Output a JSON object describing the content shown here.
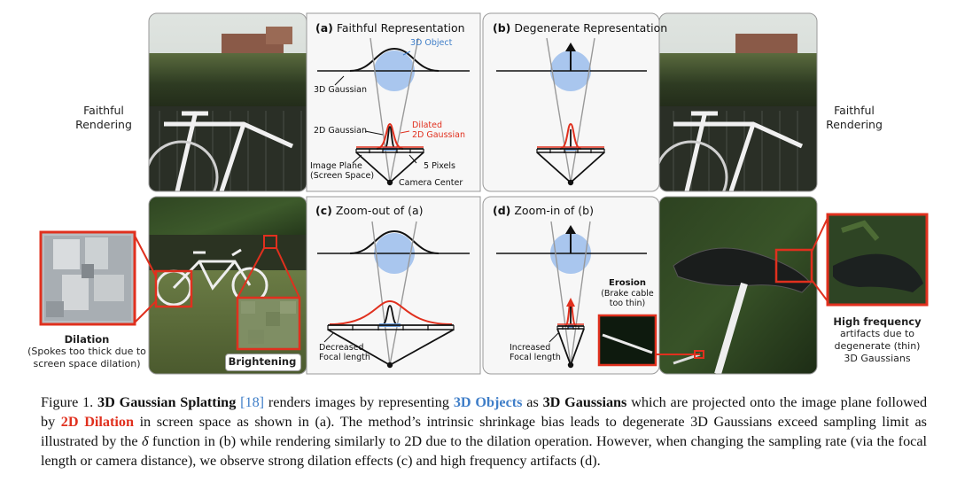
{
  "side_labels": {
    "left_top": "Faithful\nRendering",
    "right_top": "Faithful\nRendering",
    "dilation_title": "Dilation",
    "dilation_desc": "(Spokes too thick due to\nscreen space dilation)",
    "brightening": "Brightening",
    "hf_title": "High frequency",
    "hf_desc": "artifacts due to\ndegenerate (thin)\n3D Gaussians"
  },
  "panels": {
    "a": {
      "letter": "(a)",
      "title": "Faithful Representation"
    },
    "b": {
      "letter": "(b)",
      "title": "Degenerate Representation"
    },
    "c": {
      "letter": "(c)",
      "title": "Zoom-out of (a)"
    },
    "d": {
      "letter": "(d)",
      "title": "Zoom-in of (b)"
    }
  },
  "diagram_labels": {
    "object_3d": "3D Object",
    "gaussian_3d": "3D Gaussian",
    "gaussian_2d": "2D Gaussian",
    "dilated_line1": "Dilated",
    "dilated_line2": "2D Gaussian",
    "image_plane_line1": "Image Plane",
    "image_plane_line2": "(Screen Space)",
    "five_pixels": "5 Pixels",
    "camera_center": "Camera Center",
    "decreased_line1": "Decreased",
    "decreased_line2": "Focal length",
    "increased_line1": "Increased",
    "increased_line2": "Focal length",
    "erosion_title": "Erosion",
    "erosion_desc_line1": "(Brake cable",
    "erosion_desc_line2": "too thin)"
  },
  "caption": {
    "fig": "Figure 1.",
    "t1": "3D Gaussian Splatting",
    "cite": "[18]",
    "t2": "renders images by representing",
    "t3": "3D Objects",
    "t4": "as",
    "t5": "3D Gaussians",
    "t6": "which are projected onto the image plane followed by",
    "t7": "2D Dilation",
    "t8": "in screen space as shown in (a). The method’s intrinsic shrinkage bias leads to degenerate 3D Gaussians exceed sampling limit as illustrated by the",
    "delta": "δ",
    "t9": "function in (b) while rendering similarly to 2D due to the dilation operation. However, when changing the sampling rate (via the focal length or camera distance), we observe strong dilation effects (c) and high frequency artifacts (d)."
  },
  "colors": {
    "red": "#e0301e",
    "blue": "#3f7ec8",
    "object_fill": "#a9c6ee",
    "panel_bg": "#f7f7f7"
  }
}
